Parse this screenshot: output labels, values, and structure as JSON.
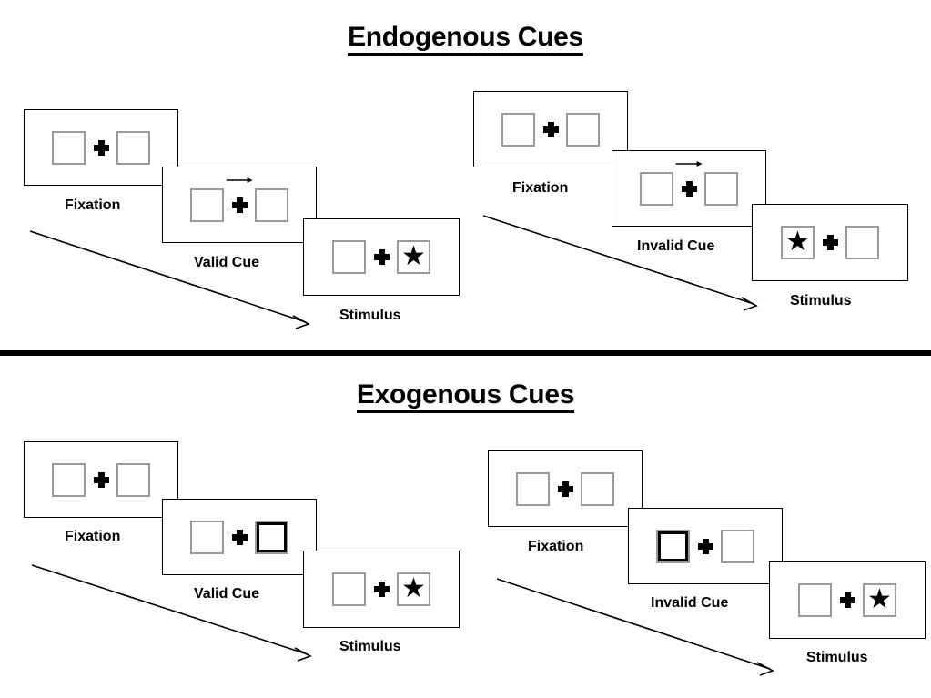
{
  "figure": {
    "title_top": "Endogenous Cues",
    "title_bottom": "Exogenous Cues",
    "divider_color": "#000000",
    "box_border_color": "#9a9a9a",
    "frame_color": "#000000",
    "star_glyph": "★"
  },
  "sections": [
    {
      "id": "endogenous",
      "title": "Endogenous Cues",
      "conditions": [
        {
          "id": "endogenous-valid",
          "cue_label": "Valid Cue",
          "frames": [
            {
              "label": "Fixation",
              "left_box": "empty",
              "right_box": "empty",
              "cue": "none",
              "cue_direction": ""
            },
            {
              "label": "Valid Cue",
              "left_box": "empty",
              "right_box": "empty",
              "cue": "arrow",
              "cue_direction": "right"
            },
            {
              "label": "Stimulus",
              "left_box": "empty",
              "right_box": "star",
              "cue": "none",
              "cue_direction": ""
            }
          ]
        },
        {
          "id": "endogenous-invalid",
          "cue_label": "Invalid Cue",
          "frames": [
            {
              "label": "Fixation",
              "left_box": "empty",
              "right_box": "empty",
              "cue": "none",
              "cue_direction": ""
            },
            {
              "label": "Invalid Cue",
              "left_box": "empty",
              "right_box": "empty",
              "cue": "arrow",
              "cue_direction": "right"
            },
            {
              "label": "Stimulus",
              "left_box": "star",
              "right_box": "empty",
              "cue": "none",
              "cue_direction": ""
            }
          ]
        }
      ]
    },
    {
      "id": "exogenous",
      "title": "Exogenous Cues",
      "conditions": [
        {
          "id": "exogenous-valid",
          "cue_label": "Valid Cue",
          "frames": [
            {
              "label": "Fixation",
              "left_box": "empty",
              "right_box": "empty",
              "cue": "none",
              "cue_direction": ""
            },
            {
              "label": "Valid Cue",
              "left_box": "empty",
              "right_box": "highlight",
              "cue": "none",
              "cue_direction": ""
            },
            {
              "label": "Stimulus",
              "left_box": "empty",
              "right_box": "star",
              "cue": "none",
              "cue_direction": ""
            }
          ]
        },
        {
          "id": "exogenous-invalid",
          "cue_label": "Invalid Cue",
          "frames": [
            {
              "label": "Fixation",
              "left_box": "empty",
              "right_box": "empty",
              "cue": "none",
              "cue_direction": ""
            },
            {
              "label": "Invalid Cue",
              "left_box": "highlight",
              "right_box": "empty",
              "cue": "none",
              "cue_direction": ""
            },
            {
              "label": "Stimulus",
              "left_box": "empty",
              "right_box": "star",
              "cue": "none",
              "cue_direction": ""
            }
          ]
        }
      ]
    }
  ]
}
